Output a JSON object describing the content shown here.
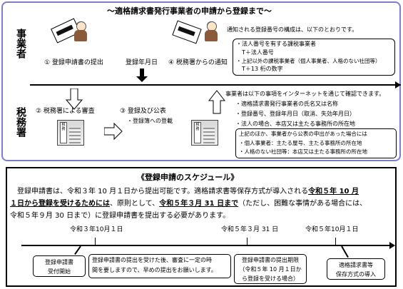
{
  "top": {
    "title": "～適格請求書発行事業者の申請から登録まで～",
    "label_business": "事業者",
    "label_tax": "税務署",
    "step1": "① 登録申請書の提出",
    "date_label": "登録年月日",
    "step4": "④ 税務署からの通知",
    "notice_intro": "通知される登録番号の構成は、以下のとおりです。",
    "notice_lines": [
      "・法人番号を有する課税事業者",
      "　T＋法人番号",
      "・上記以外の課税事業者（個人事業者、人格のない社団等）",
      "　T＋13 桁の数字"
    ],
    "step2": "② 税務署による審査",
    "step3": "③ 登録及び公表",
    "step3_sub": "・登録簿への登載",
    "tax_office_sign": "税務署",
    "internet_intro": "事業者は以下の事項をインターネットを通じて確認できます。",
    "internet_items": [
      "・適格請求書発行事業者の氏名又は名称",
      "・登録番号、登録年月日（取消、失効年月日）",
      "・法人の場合、本店又は主たる事務所の所在地"
    ],
    "extra_intro": "上記のほか、事業者から公表の申出があった場合には",
    "extra_items": [
      "・個人事業者：主たる屋号、主たる事務所の所在地",
      "・人格のない社団等：本店又は主たる事務所の所在地"
    ]
  },
  "bottom": {
    "title": "《登録申請のスケジュール》",
    "para_a": "　登録申請書は、令和３年 10 月１日から提出可能です。適格請求書等保存方式が導入される",
    "para_a_u": "令和５年 10 月",
    "para_b_u1": "１日から登録を受けるためには",
    "para_b1": "、原則として、",
    "para_b_u2": "令和５年３月 31 日まで",
    "para_b2": "（ただし、困難な事情がある場合には、",
    "para_c": "令和５年９月 30 日まで）に登録申請書を提出する必要があります。",
    "date1": "令和３年10月１日",
    "date2": "令和５年３月 31 日",
    "date3": "令和５年10月１日",
    "box1": [
      "登録申請書",
      "受付開始"
    ],
    "box2": [
      "登録申請書の提出を受けた後、審査に一定の時",
      "間を要しますので、早めの提出をお願いします。"
    ],
    "box3": [
      "登録申請書の提出期限",
      "（令和５年 10 月１日か",
      "ら登録を受ける場合）"
    ],
    "box4": [
      "適格請求書等",
      "保存方式の導入"
    ]
  }
}
